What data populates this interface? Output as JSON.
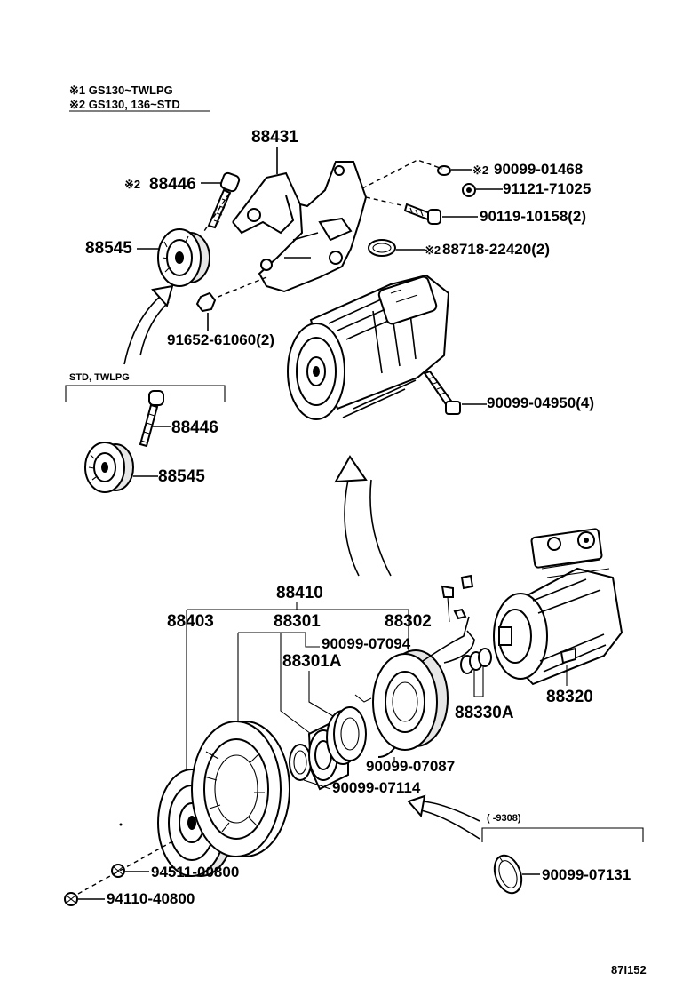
{
  "notes": {
    "note1": "※1 GS130~TWLPG",
    "note2": "※2 GS130, 136~STD"
  },
  "group_label": "STD, TWLPG",
  "date_range": "(      -9308)",
  "figure_code": "87I152",
  "parts": {
    "p88431": "88431",
    "p88446_top_mark": "※2",
    "p88446_top": "88446",
    "p88545_top": "88545",
    "p90099_01468_mark": "※2",
    "p90099_01468": "90099-01468",
    "p91121_71025": "91121-71025",
    "p90119_10158": "90119-10158(2)",
    "p88718_22420_mark": "※2",
    "p88718_22420": "88718-22420(2)",
    "p91652_61060": "91652-61060(2)",
    "p90099_04950": "90099-04950(4)",
    "p88446_std": "88446",
    "p88545_std": "88545",
    "p88410": "88410",
    "p88403": "88403",
    "p88301": "88301",
    "p88302": "88302",
    "p90099_07094": "90099-07094",
    "p88301A": "88301A",
    "p88320": "88320",
    "p88330A": "88330A",
    "p90099_07087": "90099-07087",
    "p90099_07114": "90099-07114",
    "p94511_00800": "94511-00800",
    "p94110_40800": "94110-40800",
    "p90099_07131": "90099-07131"
  }
}
